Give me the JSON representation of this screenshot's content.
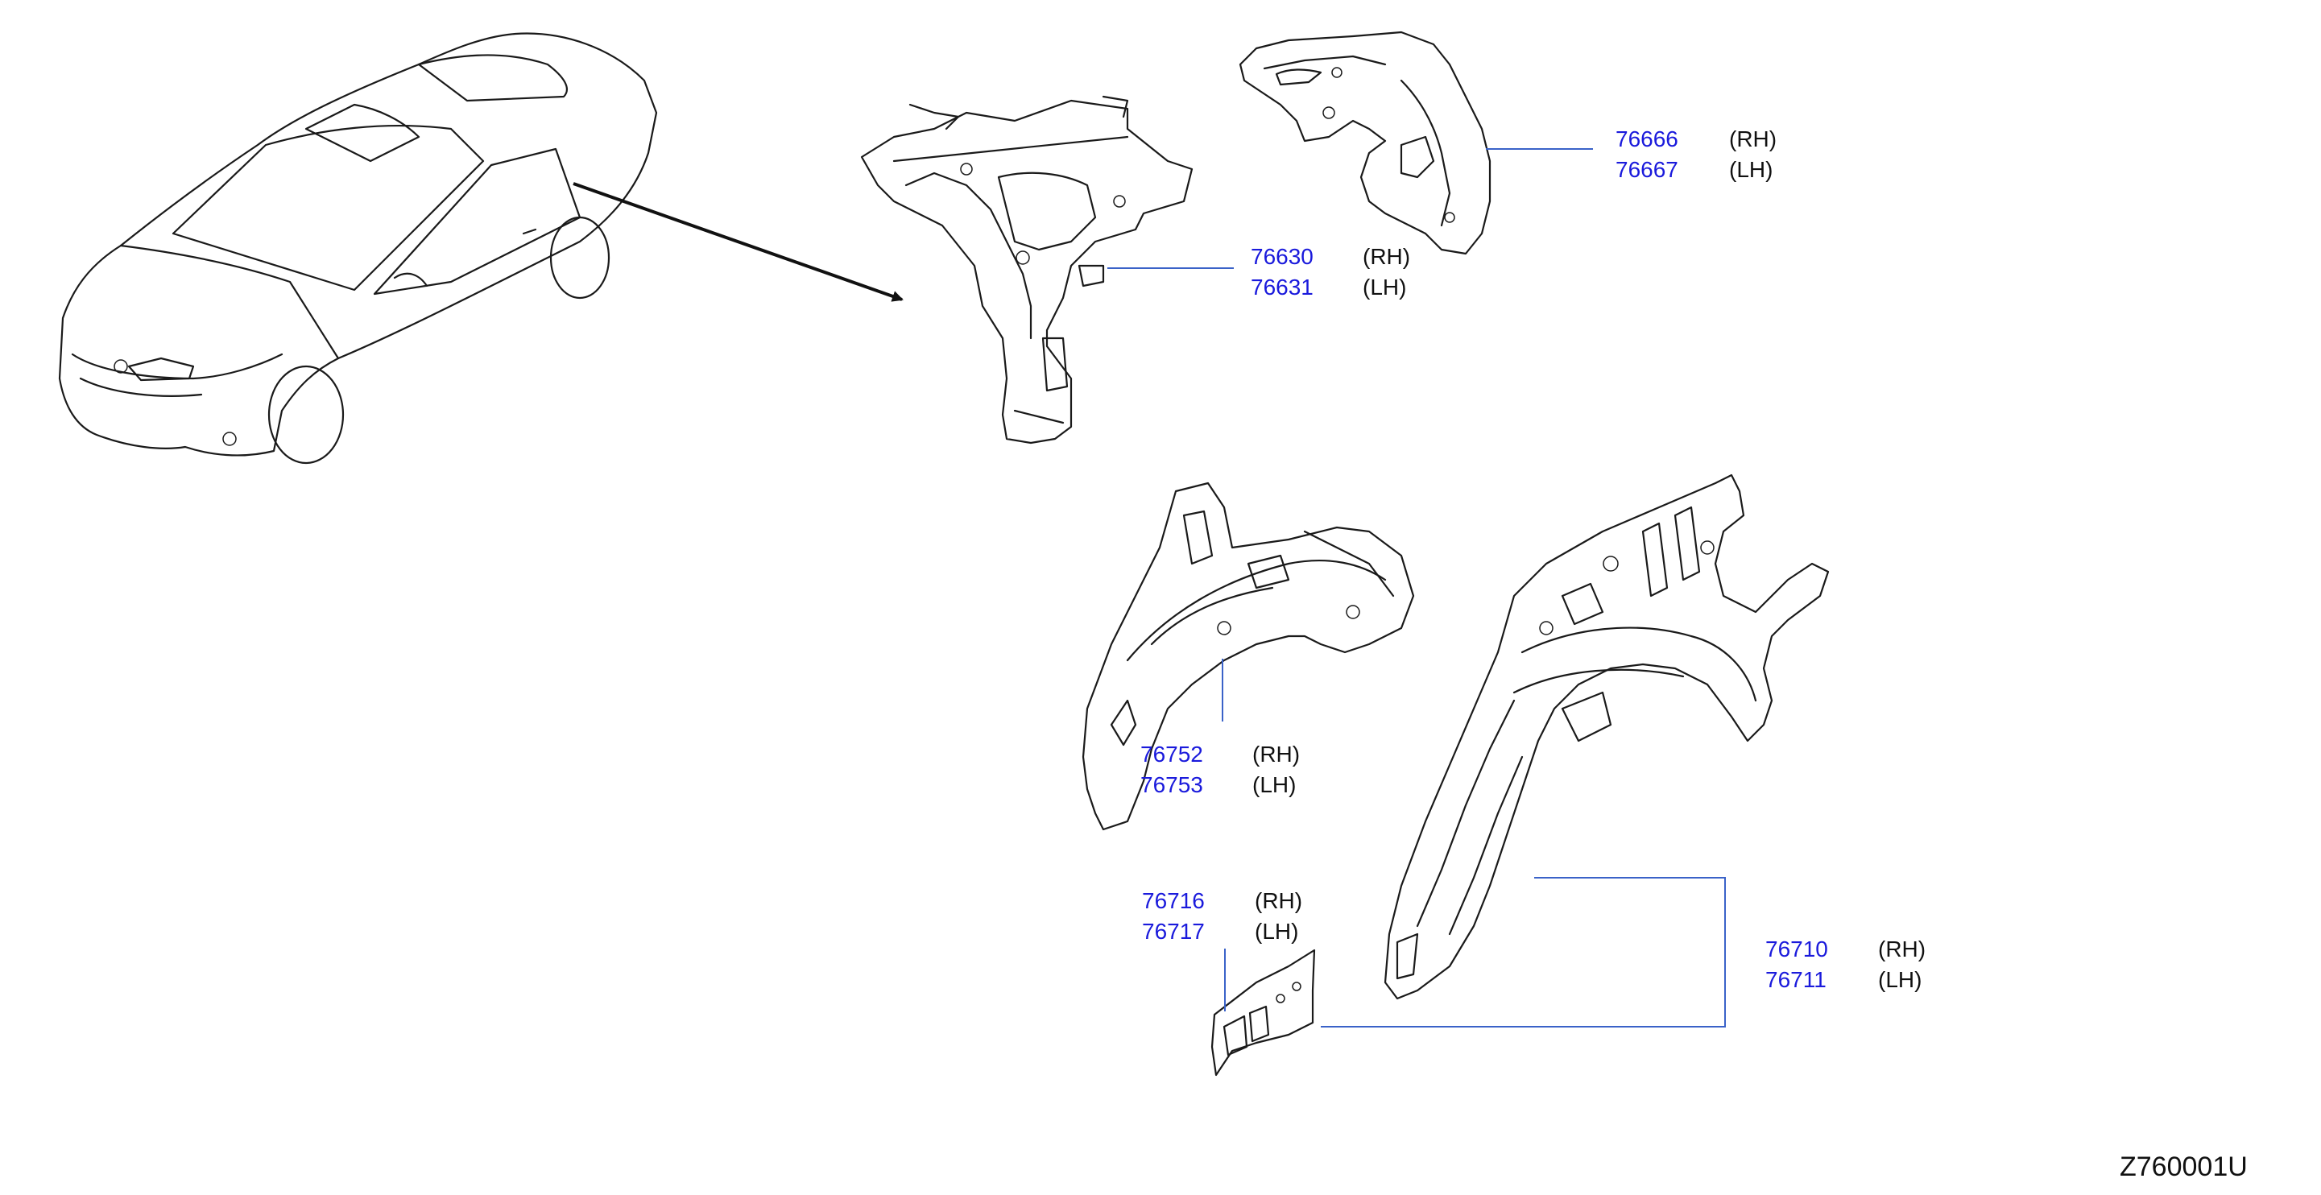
{
  "callouts": [
    {
      "id": "inner-pillar",
      "parts": [
        {
          "number": "76630",
          "side": "(RH)"
        },
        {
          "number": "76631",
          "side": "(LH)"
        }
      ]
    },
    {
      "id": "upper-housing",
      "parts": [
        {
          "number": "76666",
          "side": "(RH)"
        },
        {
          "number": "76667",
          "side": "(LH)"
        }
      ]
    },
    {
      "id": "inner-wheelhouse",
      "parts": [
        {
          "number": "76752",
          "side": "(RH)"
        },
        {
          "number": "76753",
          "side": "(LH)"
        }
      ]
    },
    {
      "id": "filler-patch",
      "parts": [
        {
          "number": "76716",
          "side": "(RH)"
        },
        {
          "number": "76717",
          "side": "(LH)"
        }
      ]
    },
    {
      "id": "outer-wheelhouse",
      "parts": [
        {
          "number": "76710",
          "side": "(RH)"
        },
        {
          "number": "76711",
          "side": "(LH)"
        }
      ]
    }
  ],
  "diagram_code": "Z760001U",
  "colors": {
    "part_number": "#1a1adc",
    "leader_line": "#3a62c8",
    "ink": "#1a1a1a"
  }
}
